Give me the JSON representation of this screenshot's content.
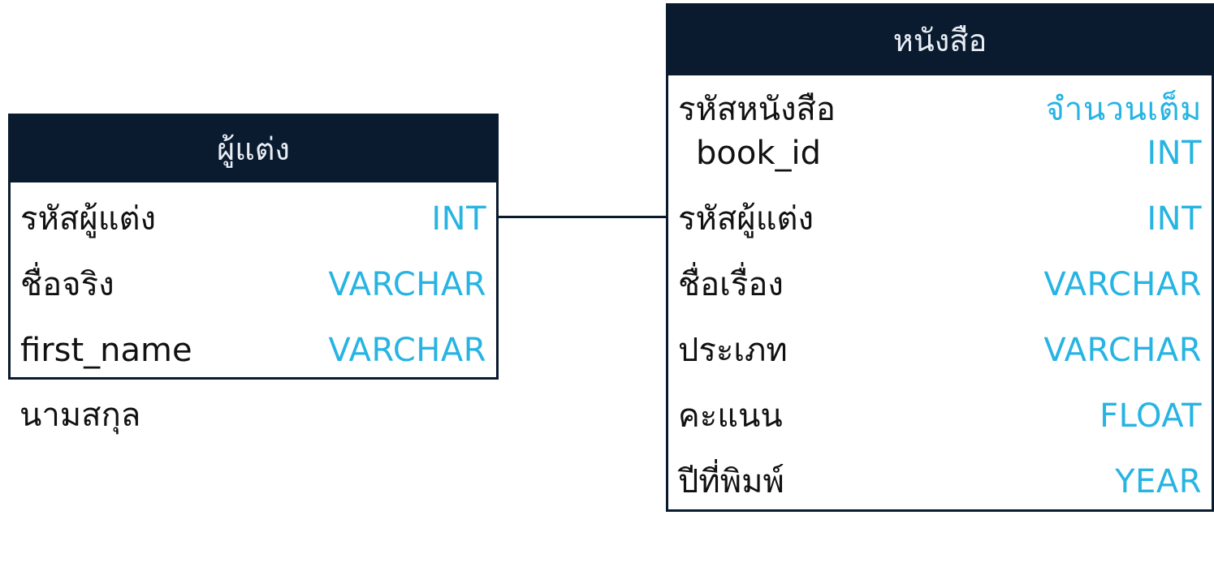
{
  "authors_table": {
    "title": "ผู้แต่ง",
    "columns": [
      {
        "name": "รหัสผู้แต่ง",
        "type": "INT"
      },
      {
        "name": "ชื่อจริง",
        "type": "VARCHAR"
      },
      {
        "name": "first_name",
        "type": "VARCHAR"
      }
    ],
    "outside_label": "นามสกุล"
  },
  "books_table": {
    "title": "หนังสือ",
    "columns": [
      {
        "name": "รหัสหนังสือ",
        "type": "จำนวนเต็ม"
      },
      {
        "name": "book_id",
        "type": "INT"
      },
      {
        "name": "รหัสผู้แต่ง",
        "type": "INT"
      },
      {
        "name": "ชื่อเรื่อง",
        "type": "VARCHAR"
      },
      {
        "name": "ประเภท",
        "type": "VARCHAR"
      },
      {
        "name": "คะแนน",
        "type": "FLOAT"
      },
      {
        "name": "ปีที่พิมพ์",
        "type": "YEAR"
      }
    ]
  },
  "colors": {
    "header_bg": "#0a1a2f",
    "header_text": "#e9eef5",
    "type_text": "#27b4e3",
    "name_text": "#111111"
  }
}
